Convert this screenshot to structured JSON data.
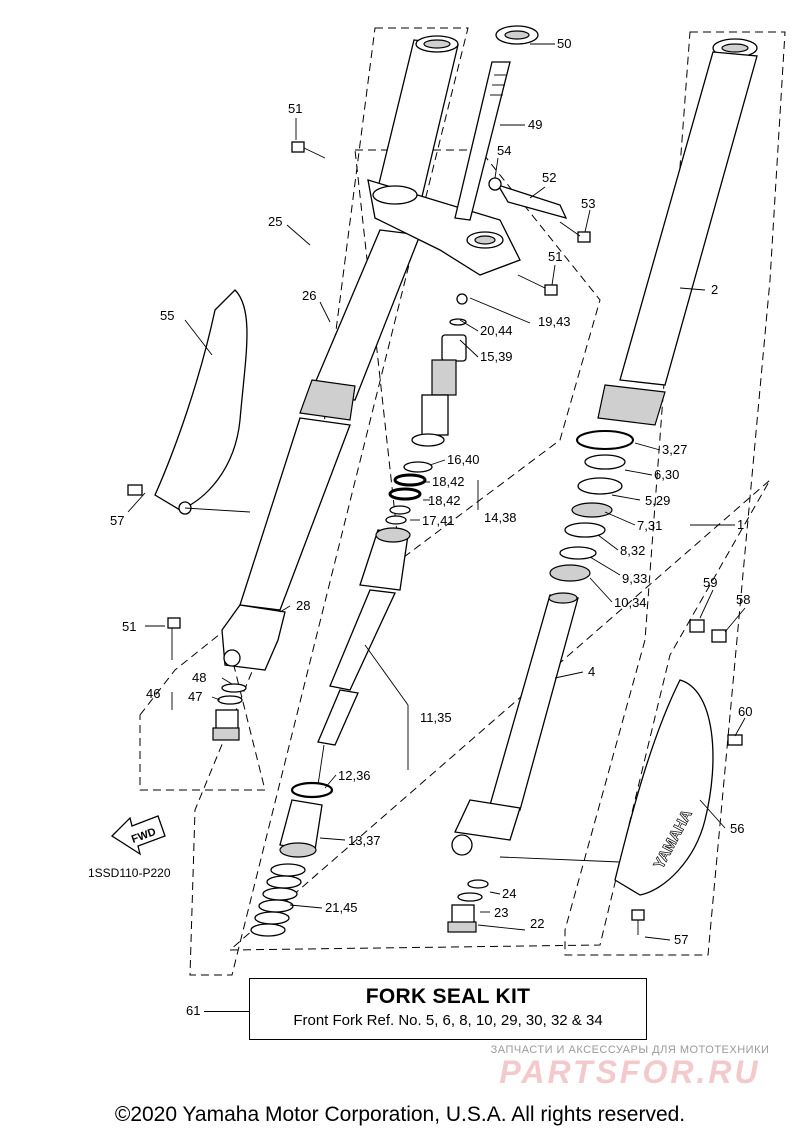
{
  "diagram": {
    "drawing_code": "1SSD110-P220",
    "fwd_label": "FWD",
    "brand_mark": "YAMAHA",
    "callouts": [
      {
        "id": "c50",
        "text": "50"
      },
      {
        "id": "c49",
        "text": "49"
      },
      {
        "id": "c51a",
        "text": "51"
      },
      {
        "id": "c54",
        "text": "54"
      },
      {
        "id": "c52",
        "text": "52"
      },
      {
        "id": "c53",
        "text": "53"
      },
      {
        "id": "c51b",
        "text": "51"
      },
      {
        "id": "c25",
        "text": "25"
      },
      {
        "id": "c26",
        "text": "26"
      },
      {
        "id": "c55",
        "text": "55"
      },
      {
        "id": "c2",
        "text": "2"
      },
      {
        "id": "c19_43",
        "text": "19,43"
      },
      {
        "id": "c20_44",
        "text": "20,44"
      },
      {
        "id": "c15_39",
        "text": "15,39"
      },
      {
        "id": "c3_27",
        "text": "3,27"
      },
      {
        "id": "c16_40",
        "text": "16,40"
      },
      {
        "id": "c6_30",
        "text": "6,30"
      },
      {
        "id": "c18_42a",
        "text": "18,42"
      },
      {
        "id": "c18_42b",
        "text": "18,42"
      },
      {
        "id": "c5_29",
        "text": "5,29"
      },
      {
        "id": "c14_38",
        "text": "14,38"
      },
      {
        "id": "c57a",
        "text": "57"
      },
      {
        "id": "c17_41",
        "text": "17,41"
      },
      {
        "id": "c7_31",
        "text": "7,31"
      },
      {
        "id": "c1",
        "text": "1"
      },
      {
        "id": "c8_32",
        "text": "8,32"
      },
      {
        "id": "c9_33",
        "text": "9,33"
      },
      {
        "id": "c59",
        "text": "59"
      },
      {
        "id": "c58",
        "text": "58"
      },
      {
        "id": "c10_34",
        "text": "10,34"
      },
      {
        "id": "c28",
        "text": "28"
      },
      {
        "id": "c51c",
        "text": "51"
      },
      {
        "id": "c4",
        "text": "4"
      },
      {
        "id": "c48",
        "text": "48"
      },
      {
        "id": "c46",
        "text": "46"
      },
      {
        "id": "c47",
        "text": "47"
      },
      {
        "id": "c60",
        "text": "60"
      },
      {
        "id": "c11_35",
        "text": "11,35"
      },
      {
        "id": "c12_36",
        "text": "12,36"
      },
      {
        "id": "c56",
        "text": "56"
      },
      {
        "id": "c13_37",
        "text": "13,37"
      },
      {
        "id": "c24",
        "text": "24"
      },
      {
        "id": "c23",
        "text": "23"
      },
      {
        "id": "c22",
        "text": "22"
      },
      {
        "id": "c21_45",
        "text": "21,45"
      },
      {
        "id": "c57b",
        "text": "57"
      }
    ]
  },
  "kit": {
    "ref": "61",
    "title": "FORK SEAL KIT",
    "description": "Front Fork Ref. No. 5, 6, 8, 10, 29, 30, 32 & 34"
  },
  "watermark": {
    "tagline": "ЗАПЧАСТИ И АКСЕССУАРЫ ДЛЯ МОТОТЕХНИКИ",
    "logo": "PARTSFOR.RU"
  },
  "copyright": "©2020 Yamaha Motor Corporation, U.S.A. All rights reserved."
}
